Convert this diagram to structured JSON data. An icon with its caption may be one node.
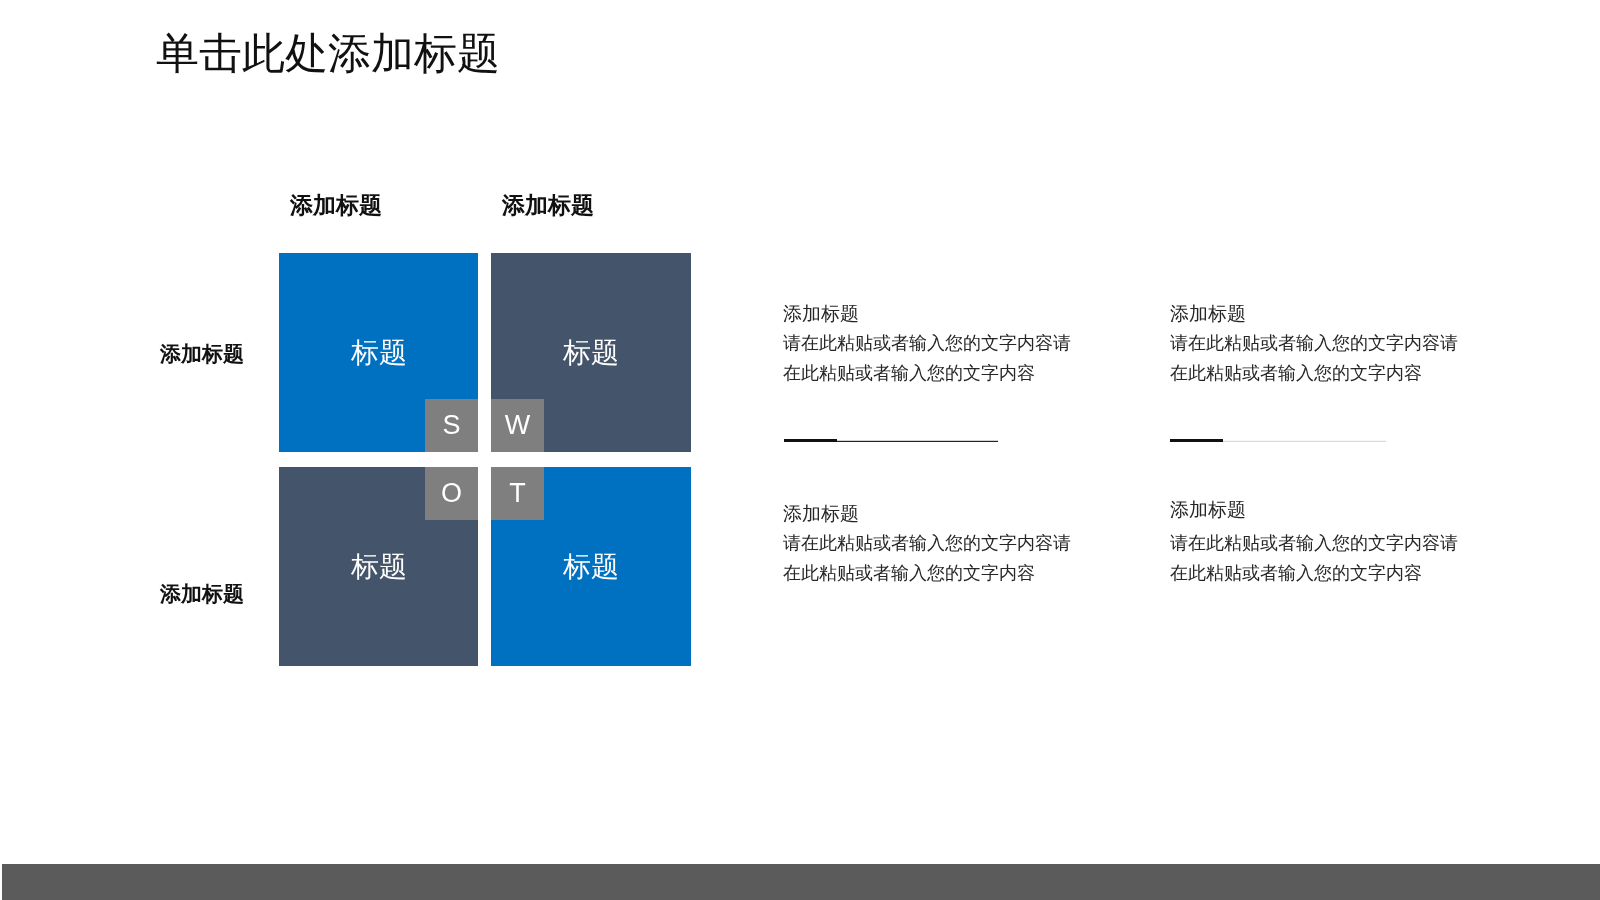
{
  "diagram": {
    "title": "单击此处添加标题",
    "nodes": [
      {
        "text": [
          "标题"
        ]
      },
      {
        "text": [
          "S"
        ],
        "in": 0
      },
      {
        "text": [
          "标题"
        ]
      },
      {
        "text": [
          "W"
        ],
        "in": 2
      },
      {
        "text": [
          "标题"
        ]
      },
      {
        "text": [
          "O"
        ],
        "in": 4
      },
      {
        "text": [
          "标题"
        ]
      },
      {
        "text": [
          "T"
        ],
        "in": 6
      }
    ],
    "labels": [
      "添加标题",
      "添加标题",
      "添加标题",
      "添加标题",
      "请在此粘贴或者输入您的文字内容请在此粘贴或者输入您的文字内容",
      "添加标题",
      "请在此粘贴或者输入您的文字内容请在此粘贴或者输入您的文字内容",
      "添加标题",
      "添加标题",
      "请在此粘贴或者输入您的文字内容请在此粘贴或者输入您的文字内容",
      "添加标题",
      "请在此粘贴或者输入您的文字内容请在此粘贴或者输入您的文字内容"
    ]
  }
}
